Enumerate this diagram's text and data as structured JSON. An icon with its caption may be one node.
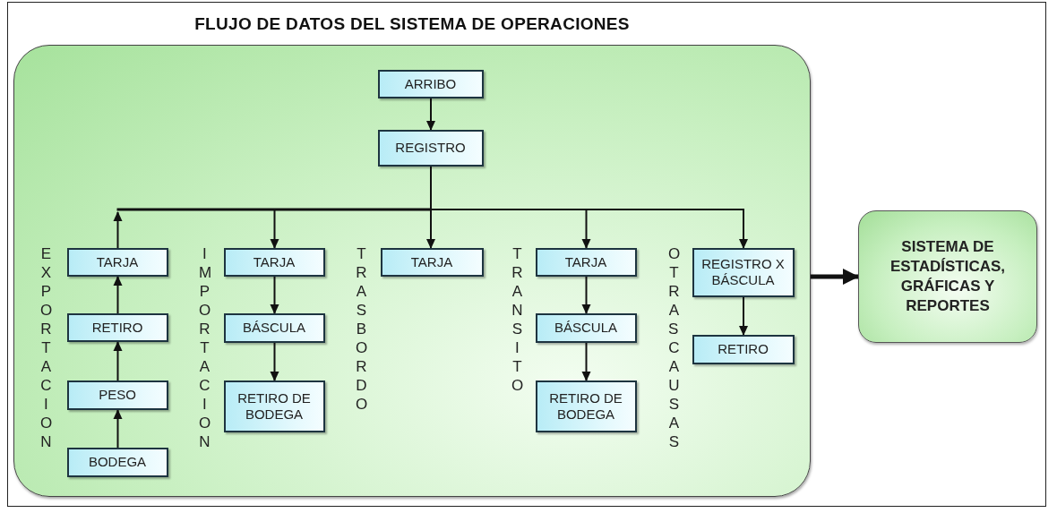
{
  "diagram": {
    "title": "FLUJO DE DATOS DEL SISTEMA DE OPERACIONES",
    "nodes": [
      {
        "text": [],
        "shape": "box"
      },
      {
        "text": [
          "ARRIBO"
        ],
        "in": 0
      },
      {
        "text": [
          "REGISTRO"
        ],
        "in": 0
      },
      {
        "text": [
          "TARJA"
        ],
        "in": 0
      },
      {
        "text": [
          "RETIRO"
        ],
        "in": 0
      },
      {
        "text": [
          "PESO"
        ],
        "in": 0
      },
      {
        "text": [
          "BODEGA"
        ],
        "in": 0
      },
      {
        "text": [
          "TARJA"
        ],
        "in": 0
      },
      {
        "text": [
          "BÁSCULA"
        ],
        "in": 0
      },
      {
        "text": [
          "RETIRO DE BODEGA"
        ],
        "in": 0
      },
      {
        "text": [
          "TARJA"
        ],
        "in": 0
      },
      {
        "text": [
          "TARJA"
        ],
        "in": 0
      },
      {
        "text": [
          "BÁSCULA"
        ],
        "in": 0
      },
      {
        "text": [
          "RETIRO DE BODEGA"
        ],
        "in": 0
      },
      {
        "text": [
          "REGISTRO X BÁSCULA"
        ],
        "in": 0
      },
      {
        "text": [
          "RETIRO"
        ],
        "in": 0
      },
      {
        "text": [
          "SISTEMA DE ESTADÍSTICAS, GRÁFICAS Y REPORTES"
        ]
      }
    ],
    "edges": [
      {
        "from": 1,
        "to": 2,
        "arrow": "to"
      },
      {
        "from": 2,
        "to": 7,
        "arrow": "to"
      },
      {
        "from": 2,
        "to": 10,
        "arrow": "to"
      },
      {
        "from": 2,
        "to": 11,
        "arrow": "to"
      },
      {
        "from": 2,
        "to": 14,
        "arrow": "to"
      },
      {
        "from": 3,
        "to": null,
        "arrow": "to"
      },
      {
        "from": 4,
        "to": 3,
        "arrow": "to"
      },
      {
        "from": 5,
        "to": 4,
        "arrow": "to"
      },
      {
        "from": 6,
        "to": 5,
        "arrow": "to"
      },
      {
        "from": 7,
        "to": 8,
        "arrow": "to"
      },
      {
        "from": 8,
        "to": 9,
        "arrow": "to"
      },
      {
        "from": 11,
        "to": 12,
        "arrow": "to"
      },
      {
        "from": 12,
        "to": 13,
        "arrow": "to"
      },
      {
        "from": 14,
        "to": 15,
        "arrow": "to"
      },
      {
        "from": 0,
        "to": 16,
        "arrow": "to",
        "style": "thick"
      }
    ],
    "labels": [
      "EXPORTACION",
      "IMPORTACION",
      "TRASBORDO",
      "TRANSITO",
      "OTRAS CAUSAS"
    ]
  }
}
